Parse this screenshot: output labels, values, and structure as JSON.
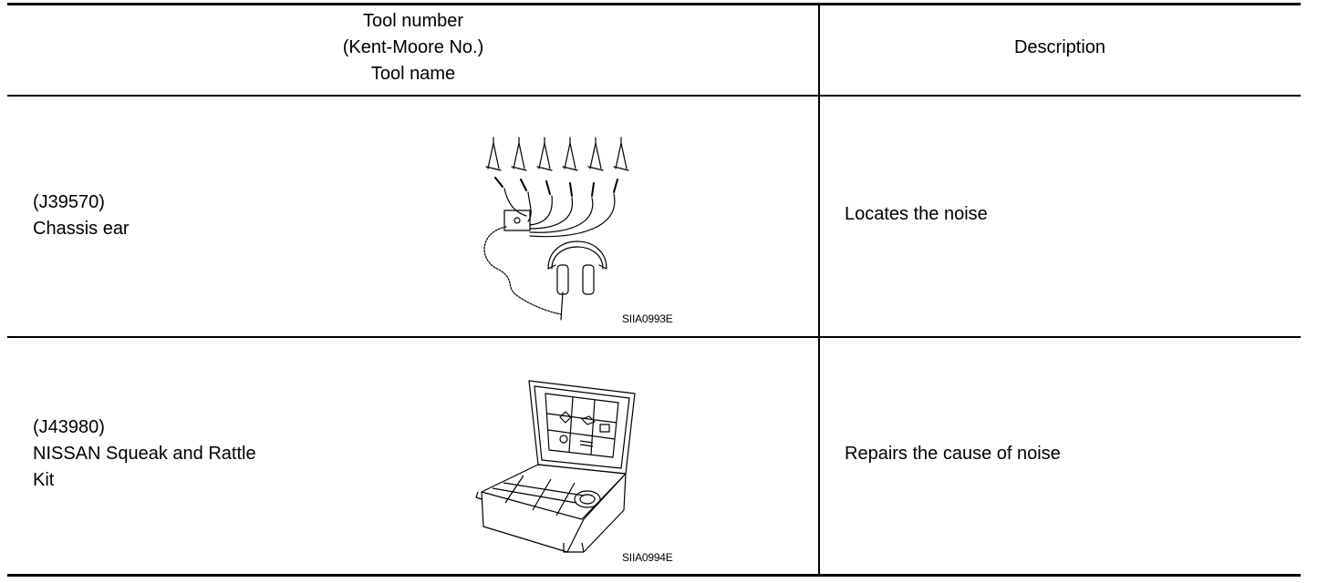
{
  "table": {
    "headers": {
      "tool": [
        "Tool number",
        "(Kent-Moore No.)",
        "Tool name"
      ],
      "description": "Description"
    },
    "rows": [
      {
        "tool_number": "(J39570)",
        "tool_name_lines": [
          "Chassis ear"
        ],
        "illustration_code": "SIIA0993E",
        "description": "Locates the noise"
      },
      {
        "tool_number": "(J43980)",
        "tool_name_lines": [
          "NISSAN Squeak and Rattle",
          "Kit"
        ],
        "illustration_code": "SIIA0994E",
        "description": "Repairs the cause of noise"
      }
    ]
  }
}
